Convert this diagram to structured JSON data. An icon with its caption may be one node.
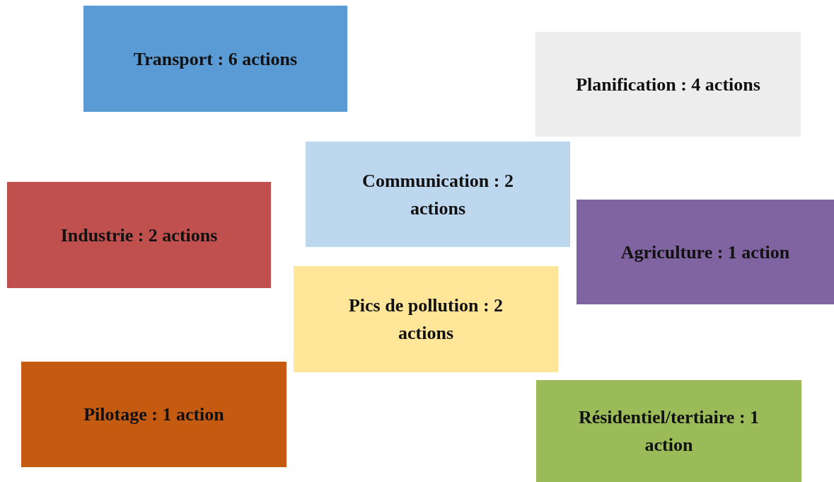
{
  "diagram": {
    "nodes": [
      {
        "text": [
          "Transport : 6 actions"
        ]
      },
      {
        "text": [
          "Planification : 4 actions"
        ]
      },
      {
        "text": [
          "Communication : 2 actions"
        ]
      },
      {
        "text": [
          "Industrie : 2 actions"
        ]
      },
      {
        "text": [
          "Agriculture : 1 action"
        ]
      },
      {
        "text": [
          "Pics de pollution : 2 actions"
        ]
      },
      {
        "text": [
          "Pilotage : 1 action"
        ]
      },
      {
        "text": [
          "Résidentiel/tertiaire : 1 action"
        ]
      }
    ]
  }
}
